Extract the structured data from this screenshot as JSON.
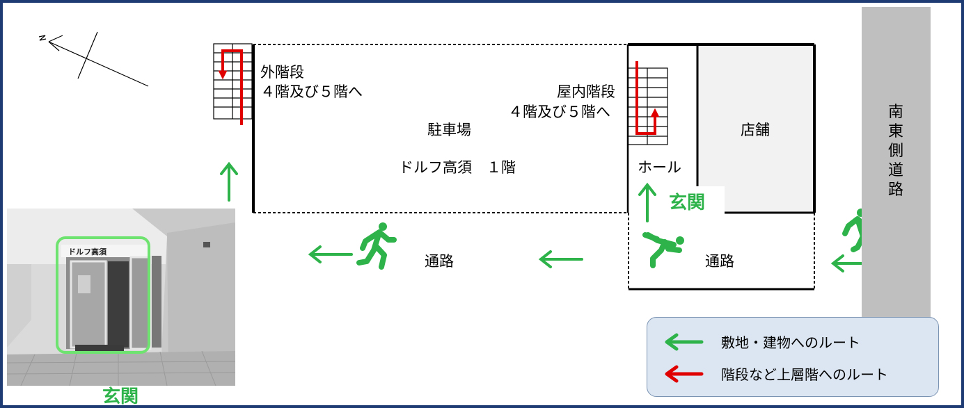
{
  "colors": {
    "route_green": "#2db34a",
    "stair_red": "#e00000",
    "road_gray": "#bfbfbf",
    "legend_bg": "#dce6f2",
    "frame": "#1f3b73"
  },
  "map": {
    "outdoor_stairs_label_1": "外階段",
    "outdoor_stairs_label_2": "４階及び５階へ",
    "indoor_stairs_label_1": "屋内階段",
    "indoor_stairs_label_2": "４階及び５階へ",
    "parking_label": "駐車場",
    "building_label": "ドルフ高須　１階",
    "hall_label": "ホール",
    "shop_label": "店舗",
    "entrance_label": "玄関",
    "passage_left_label": "通路",
    "passage_right_label": "通路",
    "road_label": "南東側道路",
    "compass_icon": "north-arrow-icon"
  },
  "photo": {
    "caption": "玄関",
    "sign_text": "ドルフ高須"
  },
  "legend": {
    "green_route_label": "敷地・建物へのルート",
    "red_route_label": "階段など上層階へのルート"
  }
}
